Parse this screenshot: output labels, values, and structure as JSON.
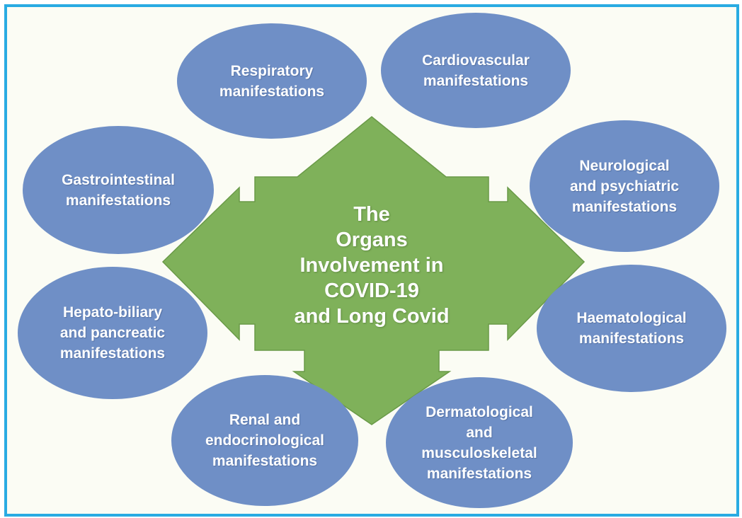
{
  "center": {
    "title": "The\nOrgans\nInvolvement in\nCOVID-19\nand Long Covid"
  },
  "manifestations": [
    {
      "label": "Respiratory\nmanifestations"
    },
    {
      "label": "Cardiovascular\nmanifestations"
    },
    {
      "label": "Gastrointestinal\nmanifestations"
    },
    {
      "label": "Neurological\nand psychiatric\nmanifestations"
    },
    {
      "label": "Hepato-biliary\nand pancreatic\nmanifestations"
    },
    {
      "label": "Haematological\nmanifestations"
    },
    {
      "label": "Renal and\nendocrinological\nmanifestations"
    },
    {
      "label": "Dermatological\nand\nmusculoskeletal\nmanifestations"
    }
  ],
  "colors": {
    "frame": "#29abe2",
    "ellipse": "#6f8fc6",
    "arrow": "#7fb15a",
    "text": "#ffffff"
  }
}
